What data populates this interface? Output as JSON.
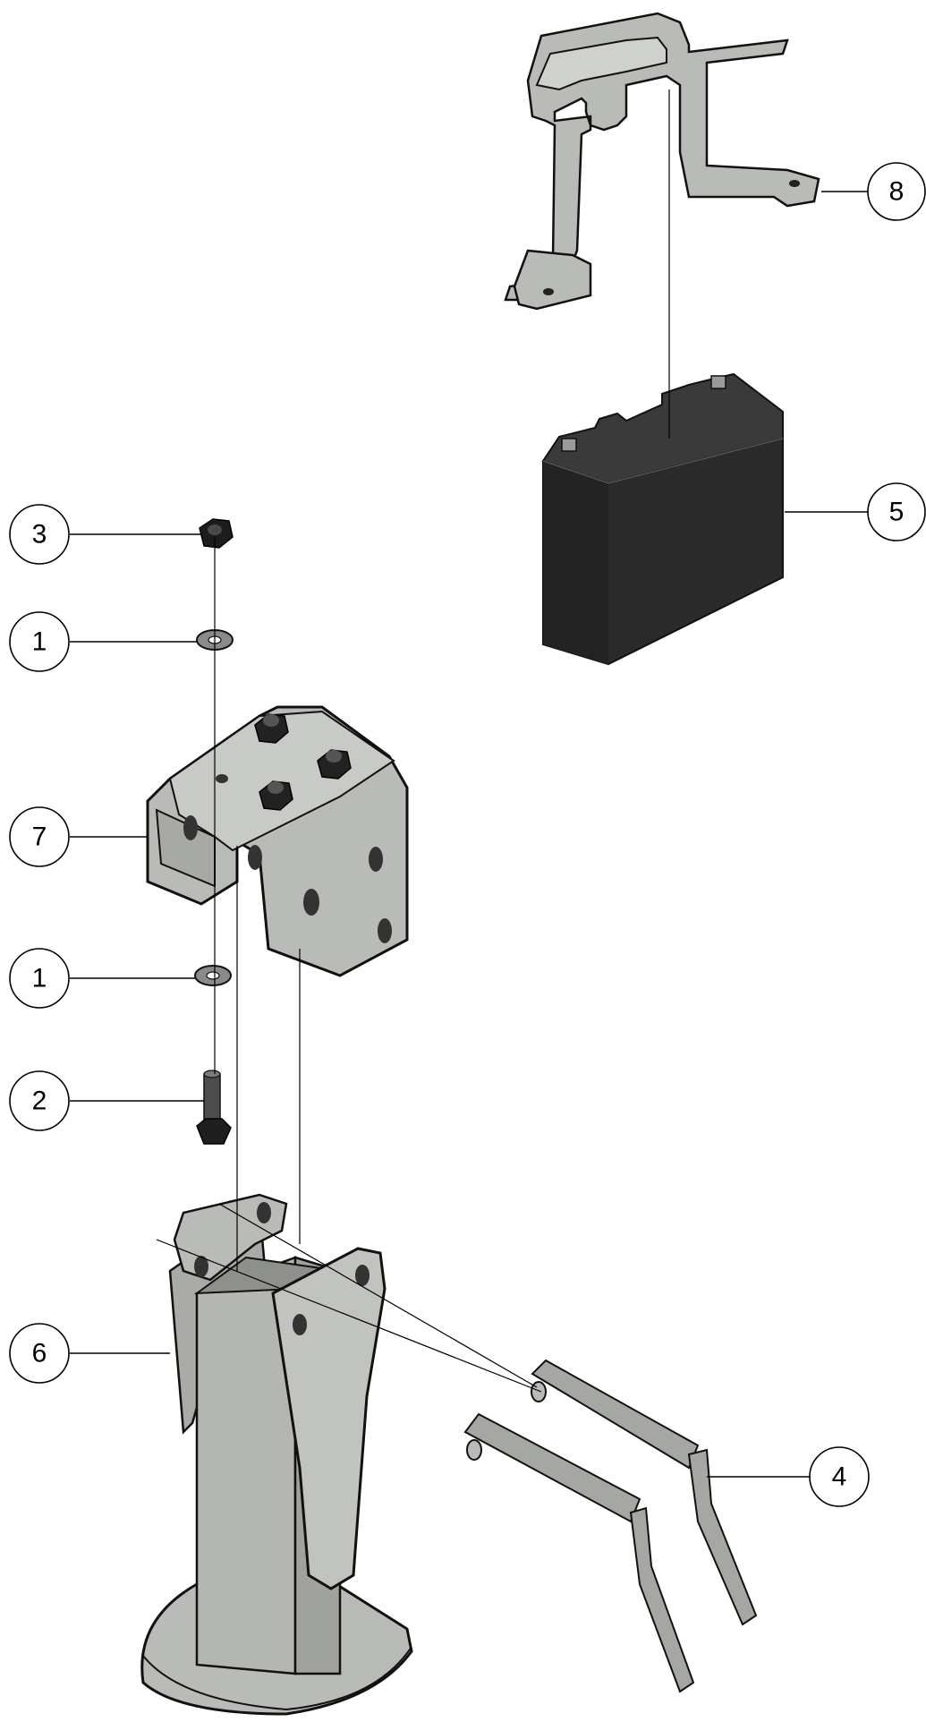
{
  "colors": {
    "galvanized": "#b9bbb7",
    "galvanized_dark": "#8e908c",
    "galvanized_light": "#d4d6d2",
    "battery": "#2b2b2b",
    "battery_top": "#3a3a3a",
    "outline": "#111111"
  },
  "callouts": [
    {
      "id": "callout-8",
      "label": "8"
    },
    {
      "id": "callout-5",
      "label": "5"
    },
    {
      "id": "callout-3",
      "label": "3"
    },
    {
      "id": "callout-1a",
      "label": "1"
    },
    {
      "id": "callout-7",
      "label": "7"
    },
    {
      "id": "callout-1b",
      "label": "1"
    },
    {
      "id": "callout-2",
      "label": "2"
    },
    {
      "id": "callout-6",
      "label": "6"
    },
    {
      "id": "callout-4",
      "label": "4"
    }
  ]
}
